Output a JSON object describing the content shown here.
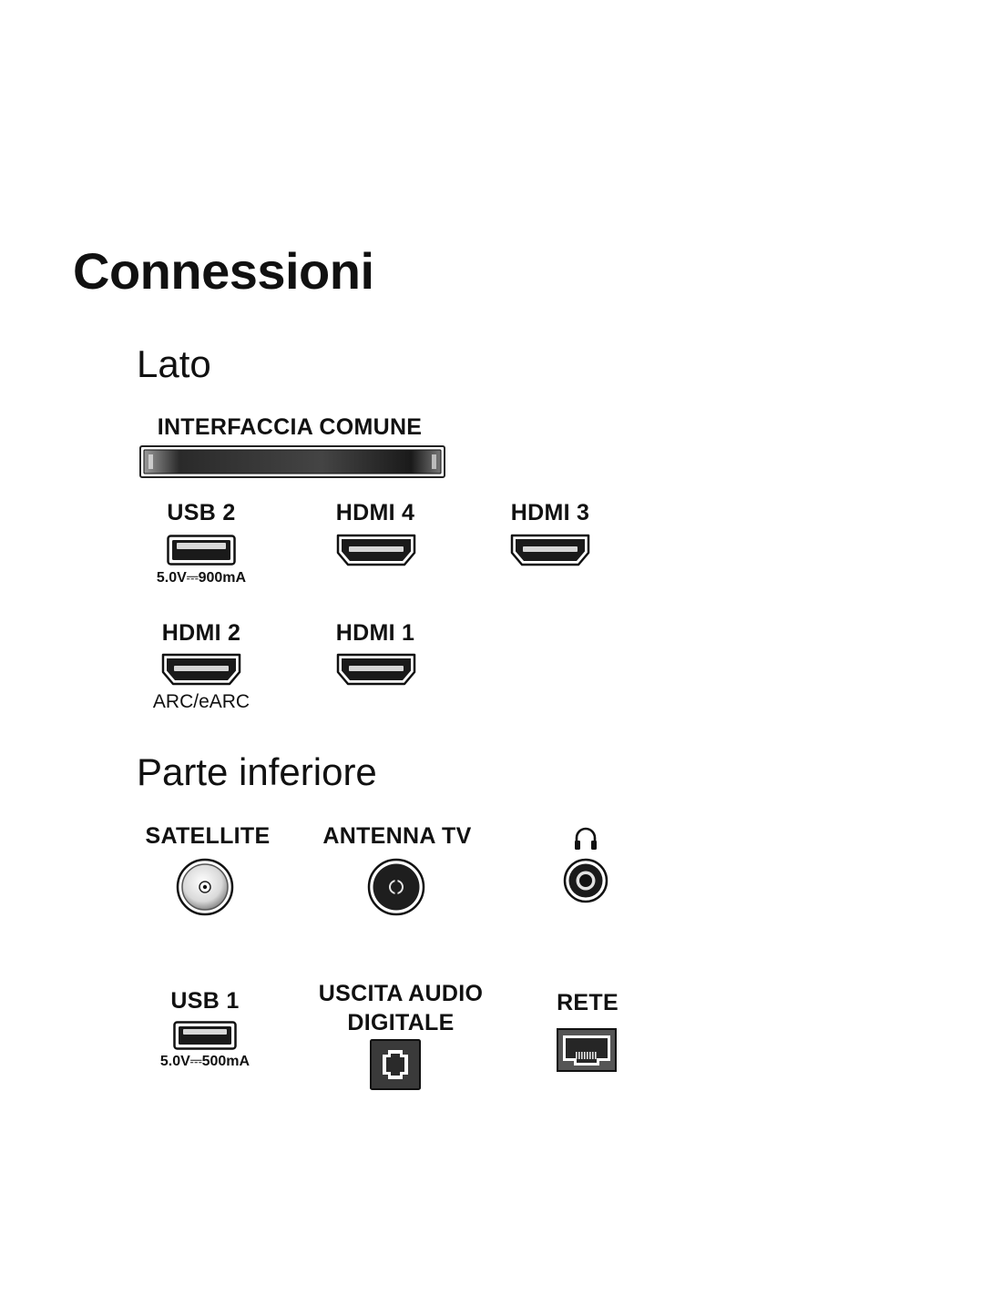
{
  "page": {
    "title": "Connessioni"
  },
  "side": {
    "heading": "Lato",
    "common_interface": "INTERFACCIA COMUNE",
    "ports": [
      {
        "label": "USB 2",
        "spec": "5.0V⎓900mA",
        "icon": "usb-port-icon"
      },
      {
        "label": "HDMI 4",
        "icon": "hdmi-port-icon"
      },
      {
        "label": "HDMI 3",
        "icon": "hdmi-port-icon"
      },
      {
        "label": "HDMI 2",
        "note": "ARC/eARC",
        "icon": "hdmi-port-icon"
      },
      {
        "label": "HDMI 1",
        "icon": "hdmi-port-icon"
      }
    ]
  },
  "bottom": {
    "heading": "Parte inferiore",
    "ports": [
      {
        "label": "SATELLITE",
        "icon": "satellite-connector-icon"
      },
      {
        "label": "ANTENNA TV",
        "icon": "antenna-connector-icon"
      },
      {
        "label": "",
        "icon": "headphone-jack-icon"
      },
      {
        "label": "USB 1",
        "spec": "5.0V⎓500mA",
        "icon": "usb-port-icon"
      },
      {
        "label_line1": "USCITA AUDIO",
        "label_line2": "DIGITALE",
        "icon": "optical-audio-port-icon"
      },
      {
        "label": "RETE",
        "icon": "ethernet-port-icon"
      }
    ]
  }
}
